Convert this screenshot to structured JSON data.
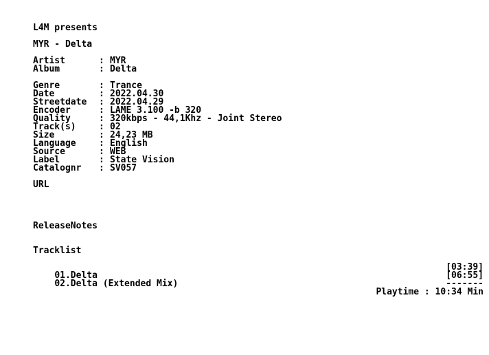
{
  "header": {
    "presenter": "L4M presents",
    "release_title": "MYR - Delta"
  },
  "info_group_1": [
    {
      "key": "Artist",
      "value": "MYR"
    },
    {
      "key": "Album",
      "value": "Delta"
    }
  ],
  "info_group_2": [
    {
      "key": "Genre",
      "value": "Trance"
    },
    {
      "key": "Date",
      "value": "2022.04.30"
    },
    {
      "key": "Streetdate",
      "value": "2022.04.29"
    },
    {
      "key": "Encoder",
      "value": "LAME 3.100 -b 320"
    },
    {
      "key": "Quality",
      "value": "320kbps - 44,1Khz - Joint Stereo"
    },
    {
      "key": "Track(s)",
      "value": "02"
    },
    {
      "key": "Size",
      "value": "24,23 MB"
    },
    {
      "key": "Language",
      "value": "English"
    },
    {
      "key": "Source",
      "value": "WEB"
    },
    {
      "key": "Label",
      "value": "State Vision"
    },
    {
      "key": "Catalognr",
      "value": "SV057"
    }
  ],
  "kv_separator": ":",
  "url_heading": "URL",
  "release_notes_heading": "ReleaseNotes",
  "tracklist": {
    "heading": "Tracklist",
    "tracks": [
      {
        "title": "01.Delta",
        "duration": "[03:39]"
      },
      {
        "title": "02.Delta (Extended Mix)",
        "duration": "[06:55]"
      }
    ],
    "rule": "-------",
    "playtime_label": "Playtime :",
    "playtime_value": "10:34 Min"
  }
}
